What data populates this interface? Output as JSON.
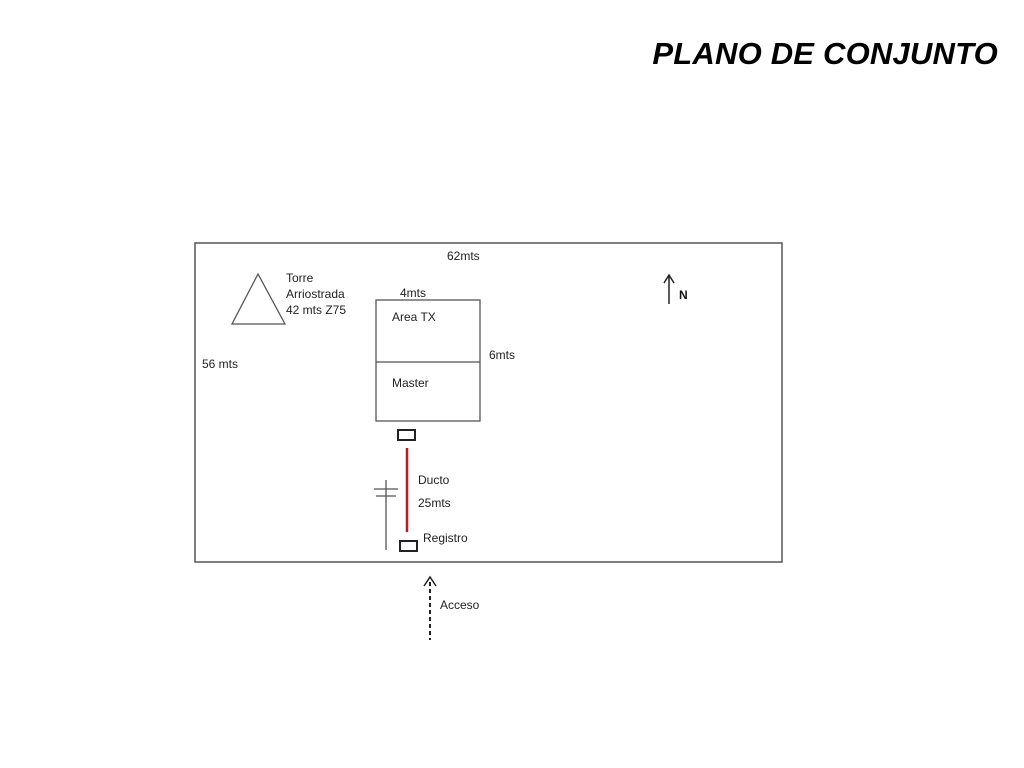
{
  "title": "PLANO DE CONJUNTO",
  "plan": {
    "site": {
      "width_label": "62mts",
      "height_label": "56 mts"
    },
    "tower": {
      "line1": "Torre",
      "line2": "Arriostrada",
      "line3": "42 mts Z75"
    },
    "building": {
      "width_label": "4mts",
      "depth_label": "6mts",
      "room_top": "Area TX",
      "room_bottom": "Master"
    },
    "duct": {
      "line1": "Ducto",
      "line2": "25mts",
      "color": "#b22020"
    },
    "registro_label": "Registro",
    "access_label": "Acceso",
    "north_label": "N"
  }
}
